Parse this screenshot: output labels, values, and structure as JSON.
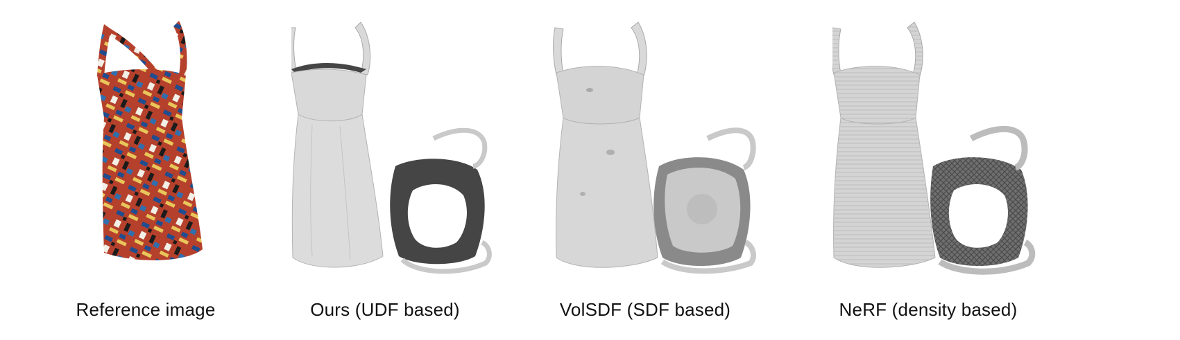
{
  "figure": {
    "captions": [
      "Reference image",
      "Ours (UDF based)",
      "VolSDF (SDF based)",
      "NeRF (density based)"
    ],
    "colors": {
      "reference_base": "#b5402c",
      "pattern": [
        "#1f4d8f",
        "#e9c65a",
        "#f2efe6",
        "#1b1b1b",
        "#2f6fae"
      ],
      "mesh_gray": "#d9d9d9",
      "mesh_shadow": "#a9a9a9",
      "inner_dark": "#454545",
      "hole_white": "#ffffff"
    }
  }
}
